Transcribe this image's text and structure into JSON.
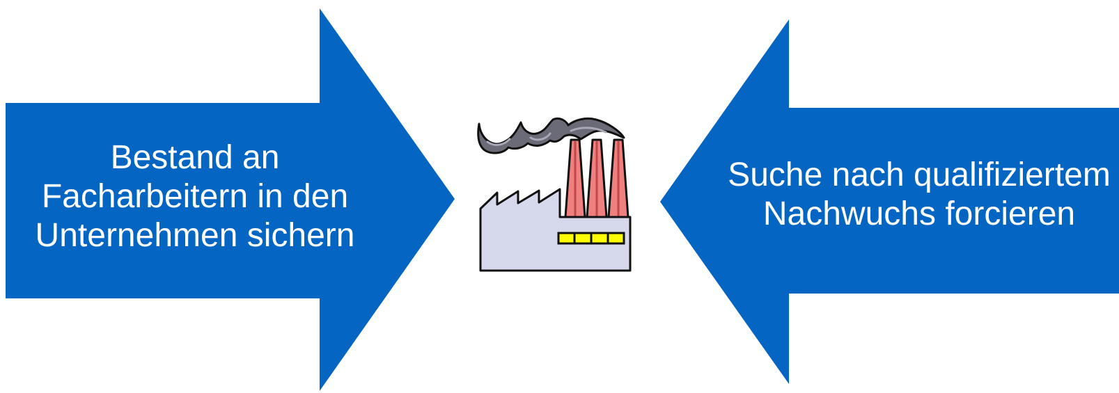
{
  "diagram": {
    "left_arrow": {
      "text": "Bestand an Facharbeitern in den Unternehmen sichern",
      "color": "#0565C3",
      "direction": "right"
    },
    "right_arrow": {
      "text": "Suche nach qualifiziertem Nachwuchs forcieren",
      "color": "#0565C3",
      "direction": "left"
    },
    "center_icon": "factory-icon",
    "colors": {
      "arrow": "#0565C3",
      "text": "#FFFFFF",
      "chimney": "#F08080",
      "building": "#D6D8EC",
      "windows": "#FFFF00",
      "smoke": "#6B6B78"
    }
  }
}
